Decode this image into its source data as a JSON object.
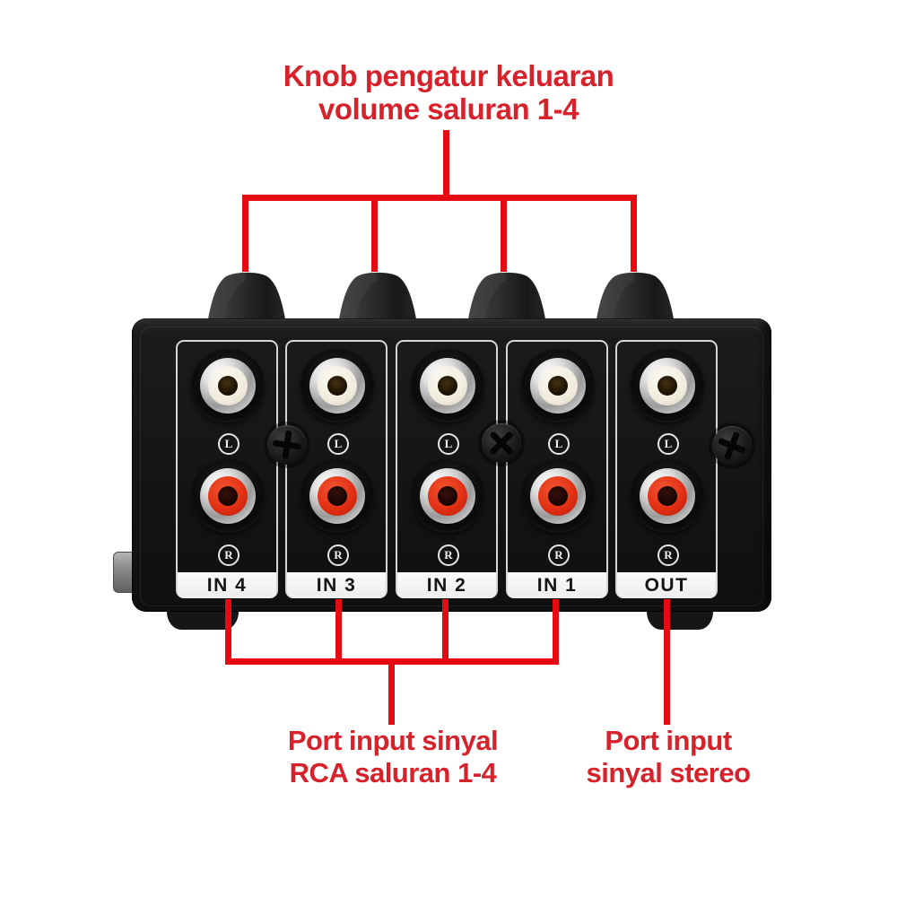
{
  "annotations": {
    "top": {
      "line1": "Knob pengatur keluaran",
      "line2": "volume saluran 1-4"
    },
    "bottom_left": {
      "line1": "Port input sinyal",
      "line2": "RCA saluran 1-4"
    },
    "bottom_right": {
      "line1": "Port input",
      "line2": "sinyal stereo"
    }
  },
  "device": {
    "knob_count": 4,
    "panels": [
      {
        "label": "IN 4",
        "top_marker": "L",
        "bottom_marker": "R"
      },
      {
        "label": "IN 3",
        "top_marker": "L",
        "bottom_marker": "R"
      },
      {
        "label": "IN 2",
        "top_marker": "L",
        "bottom_marker": "R"
      },
      {
        "label": "IN 1",
        "top_marker": "L",
        "bottom_marker": "R"
      },
      {
        "label": "OUT",
        "top_marker": "L",
        "bottom_marker": "R"
      }
    ]
  },
  "colors": {
    "annotation_line_red": "#e60b12",
    "annotation_text_red": "#d8222b",
    "rca_red_ring": "#e02d12",
    "rca_white_ring": "#efeadb",
    "label_strip": "#f3f3f3",
    "device_body": "#161616"
  }
}
